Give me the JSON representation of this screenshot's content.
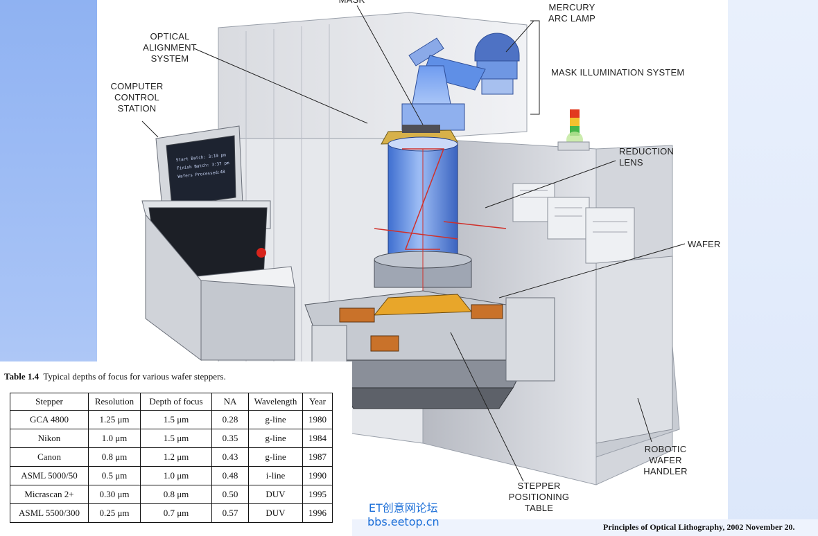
{
  "labels": {
    "mask": "MASK",
    "mercury_arc_lamp": "MERCURY\nARC LAMP",
    "mask_illumination_system": "MASK ILLUMINATION SYSTEM",
    "optical_alignment_system": "OPTICAL\nALIGNMENT\nSYSTEM",
    "computer_control_station": "COMPUTER\nCONTROL\nSTATION",
    "reduction_lens": "REDUCTION\nLENS",
    "wafer": "WAFER",
    "robotic_wafer_handler": "ROBOTIC\nWAFER\nHANDLER",
    "stepper_positioning_table": "STEPPER\nPOSITIONING\nTABLE"
  },
  "screen_text": [
    "Start Batch:   3:19 pm",
    "Finish Batch:   3:37 pm",
    "Wafers Processed:48"
  ],
  "table": {
    "caption_bold": "Table 1.4",
    "caption_text": "Typical depths of focus for various wafer steppers.",
    "headers": [
      "Stepper",
      "Resolution",
      "Depth of focus",
      "NA",
      "Wavelength",
      "Year"
    ],
    "rows": [
      [
        "GCA 4800",
        "1.25 μm",
        "1.5 μm",
        "0.28",
        "g-line",
        "1980"
      ],
      [
        "Nikon",
        "1.0 μm",
        "1.5 μm",
        "0.35",
        "g-line",
        "1984"
      ],
      [
        "Canon",
        "0.8 μm",
        "1.2 μm",
        "0.43",
        "g-line",
        "1987"
      ],
      [
        "ASML 5000/50",
        "0.5 μm",
        "1.0 μm",
        "0.48",
        "i-line",
        "1990"
      ],
      [
        "Micrascan 2+",
        "0.30 μm",
        "0.8 μm",
        "0.50",
        "DUV",
        "1995"
      ],
      [
        "ASML 5500/300",
        "0.25 μm",
        "0.7 μm",
        "0.57",
        "DUV",
        "1996"
      ]
    ]
  },
  "watermark": {
    "line1": "ET创意网论坛",
    "line2": "bbs.eetop.cn"
  },
  "credit": "Principles of Optical Lithography, 2002 November 20.",
  "colors": {
    "left_panel": "#a9c4f6",
    "right_panel": "#e2eafb",
    "lens_blue": "#5f8fe6",
    "watermark": "#1c6fd8"
  }
}
